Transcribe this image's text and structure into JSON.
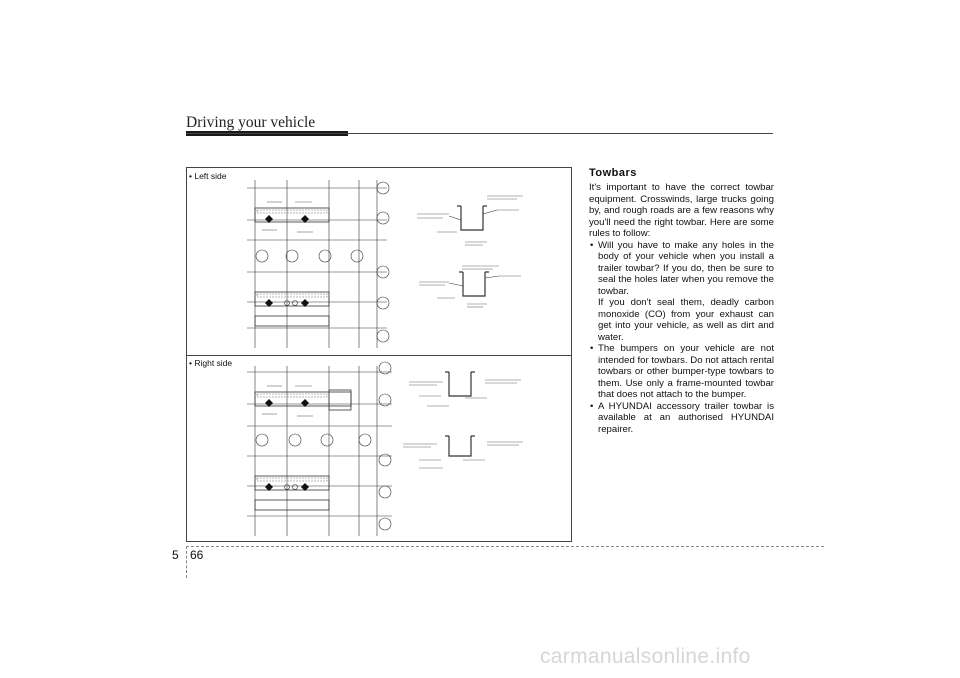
{
  "header": {
    "title": "Driving your vehicle"
  },
  "figure": {
    "label_left": "• Left side",
    "label_right": "• Right side"
  },
  "content": {
    "title": "Towbars",
    "intro": "It's important to have the correct towbar equipment. Crosswinds, large trucks going by, and rough roads are a few rea­sons why you'll need the right towbar. Here are some rules to follow:",
    "bullets": [
      "Will you have to make any holes in the body of your vehicle when you install a trailer towbar? If you do, then be sure to seal the holes later when you remove the towbar.",
      "The bumpers on your vehicle are not intended for towbars. Do not attach rental towbars or other bumper-type towbars to them. Use only a frame-mounted towbar that does not attach to the bumper.",
      "A HYUNDAI accessory trailer towbar is available at an authorised HYUNDAI repairer."
    ],
    "bullet1_extra": "If you don't seal them, deadly carbon monoxide (CO) from your exhaust can get into your vehicle, as well as dirt and water."
  },
  "footer": {
    "section": "5",
    "page": "66"
  },
  "watermark": {
    "text": "carmanualsonline.info"
  }
}
